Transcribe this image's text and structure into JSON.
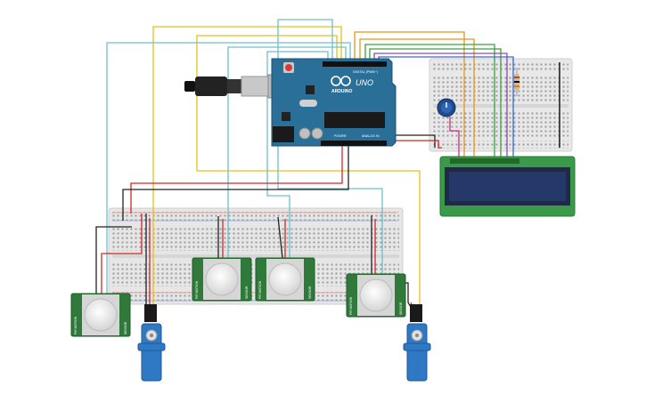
{
  "arduino": {
    "brand_label": "ARDUINO",
    "model_label": "UNO",
    "digital_header_label": "DIGITAL (PWM~)",
    "power_label": "POWER",
    "analog_label": "ANALOG IN"
  },
  "pir_sensor": {
    "side_label_left": "PIR MOTION",
    "side_label_right": "SENSOR"
  },
  "colors": {
    "arduino_board": "#2a6f97",
    "breadboard": "#e8e8e8",
    "lcd_board": "#3a9a4a",
    "lcd_screen": "#22325a",
    "pir_board": "#2f7a3a",
    "servo_body": "#2f78c4",
    "wire_red": "#d02828",
    "wire_black": "#222222",
    "wire_yellow": "#e7c01a",
    "wire_cyan": "#6cc0cc",
    "wire_orange": "#e6951a",
    "wire_green": "#3aa040",
    "wire_purple": "#8a4ac0",
    "wire_blue": "#3a66d0",
    "wire_magenta": "#c0308a"
  }
}
